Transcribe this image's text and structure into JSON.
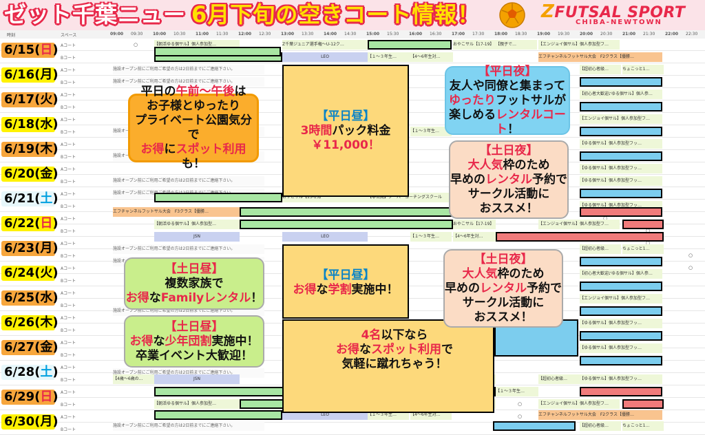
{
  "banner": {
    "store_name": "ゼット千葉ニュー",
    "headline": "6月下旬の空きコート情報！",
    "brand_mark": "Z",
    "brand_name": "FUTSAL SPORT",
    "brand_sub": "CHIBA-NEWTOWN"
  },
  "header": {
    "time_label": "時刻",
    "space_label": "スペース",
    "times": [
      "09:00",
      "09:30",
      "10:00",
      "10:30",
      "11:00",
      "11:30",
      "12:00",
      "12:30",
      "13:00",
      "13:30",
      "14:00",
      "14:30",
      "15:00",
      "15:30",
      "16:00",
      "16:30",
      "17:00",
      "17:30",
      "18:00",
      "18:30",
      "19:00",
      "19:30",
      "20:00",
      "20:30",
      "21:00",
      "21:30",
      "22:00",
      "22:30"
    ]
  },
  "courts": {
    "a": "Aコート",
    "b": "Bコート"
  },
  "open_mark": "○",
  "dates": [
    {
      "label_num": "6/15(",
      "label_day": "日",
      "label_end": ")",
      "kind": "sun"
    },
    {
      "label_num": "6/16(",
      "label_day": "月",
      "label_end": ")",
      "kind": "wk"
    },
    {
      "label_num": "6/17(",
      "label_day": "火",
      "label_end": ")",
      "kind": "wk"
    },
    {
      "label_num": "6/18(",
      "label_day": "水",
      "label_end": ")",
      "kind": "wk"
    },
    {
      "label_num": "6/19(",
      "label_day": "木",
      "label_end": ")",
      "kind": "wk"
    },
    {
      "label_num": "6/20(",
      "label_day": "金",
      "label_end": ")",
      "kind": "wk"
    },
    {
      "label_num": "6/21(",
      "label_day": "土",
      "label_end": ")",
      "kind": "sat"
    },
    {
      "label_num": "6/22(",
      "label_day": "日",
      "label_end": ")",
      "kind": "sun"
    },
    {
      "label_num": "6/23(",
      "label_day": "月",
      "label_end": ")",
      "kind": "wk"
    },
    {
      "label_num": "6/24(",
      "label_day": "火",
      "label_end": ")",
      "kind": "wk"
    },
    {
      "label_num": "6/25(",
      "label_day": "水",
      "label_end": ")",
      "kind": "wk"
    },
    {
      "label_num": "6/26(",
      "label_day": "木",
      "label_end": ")",
      "kind": "wk"
    },
    {
      "label_num": "6/27(",
      "label_day": "金",
      "label_end": ")",
      "kind": "wk"
    },
    {
      "label_num": "6/28(",
      "label_day": "土",
      "label_end": ")",
      "kind": "sat"
    },
    {
      "label_num": "6/29(",
      "label_day": "日",
      "label_end": ")",
      "kind": "sun"
    },
    {
      "label_num": "6/30(",
      "label_day": "月",
      "label_end": ")",
      "kind": "wk"
    }
  ],
  "events": {
    "morning": "【朝活ゆる個サル】個人参加型…",
    "junior": "Z千葉ジュニア選手権～U-12ク…",
    "oyako_a": "おやこサル【17-19】",
    "parent": "【親子で…",
    "enjoy": "【エンジョイ個サル】個人参加型フ…",
    "f2": "エフチャンネルフットサル大会　F2クラス【優勝…",
    "leo": "LEO",
    "grade13": "【１～３年生…",
    "grade46": "【4～6年生対…",
    "open_notice": "施設オープン前にご利用ご希望の方は2日前までにご連絡下さい。",
    "super_begin": "【超初心者級…",
    "chotto": "ちょこっと1…",
    "beginner": "【初心者大歓迎♪ゆる個サル】個人参…",
    "yuru": "【ゆる個サル】個人参加型フッ…",
    "oyako_b": "おやこサル【13-15】",
    "private": "【非公開】クーパーコーチングスクール",
    "f3": "エフチャンネルフットサル大会　F3クラス【優勝…",
    "jsn": "JSN",
    "age46": "【4歳～6歳の…"
  },
  "promos": {
    "weekday_morning": {
      "l1a": "平日の",
      "l1b": "午前～午後",
      "l1c": "は",
      "l2": "お子様とゆったり",
      "l3": "プライベート公園気分で",
      "l4a": "お得",
      "l4b": "に",
      "l4c": "スポット利用",
      "l4d": "も！"
    },
    "weekday_noon": {
      "l1": "【平日昼】",
      "l2a": "3時間",
      "l2b": "パック料金",
      "l3": "￥11,000！"
    },
    "weekday_night": {
      "l1": "【平日夜】",
      "l2": "友人や同僚と集まって",
      "l3a": "ゆったり",
      "l3b": "フットサルが",
      "l4a": "楽しめる",
      "l4b": "レンタルコート",
      "l4c": "！"
    },
    "weekend_night_1": {
      "l1": "【土日夜】",
      "l2a": "大人気",
      "l2b": "枠のため",
      "l3a": "早めの",
      "l3b": "レンタル",
      "l3c": "予約で",
      "l4": "サークル活動に",
      "l5": "おススメ！"
    },
    "weekend_day": {
      "l1": "【土日昼】",
      "l2": "複数家族で",
      "l3a": "お得",
      "l3b": "な",
      "l3c": "Familyレンタル",
      "l3d": "！"
    },
    "student": {
      "l1": "【平日昼】",
      "l2a": "お得",
      "l2b": "な",
      "l2c": "学割",
      "l2d": "実施中！"
    },
    "weekend_night_2": {
      "l1": "【土日夜】",
      "l2a": "大人気",
      "l2b": "枠のため",
      "l3a": "早めの",
      "l3b": "レンタル",
      "l3c": "予約で",
      "l4": "サークル活動に",
      "l5": "おススメ！"
    },
    "team": {
      "l1": "【土日昼】",
      "l2a": "お得",
      "l2b": "な",
      "l2c": "少年団割",
      "l2d": "実施中！",
      "l3": "卒業イベント大歓迎！"
    },
    "spot": {
      "l1a": "4名",
      "l1b": "以下なら",
      "l2a": "お得",
      "l2b": "な",
      "l2c": "スポット利用",
      "l2d": "で",
      "l3": "気軽に蹴れちゃう！"
    }
  }
}
